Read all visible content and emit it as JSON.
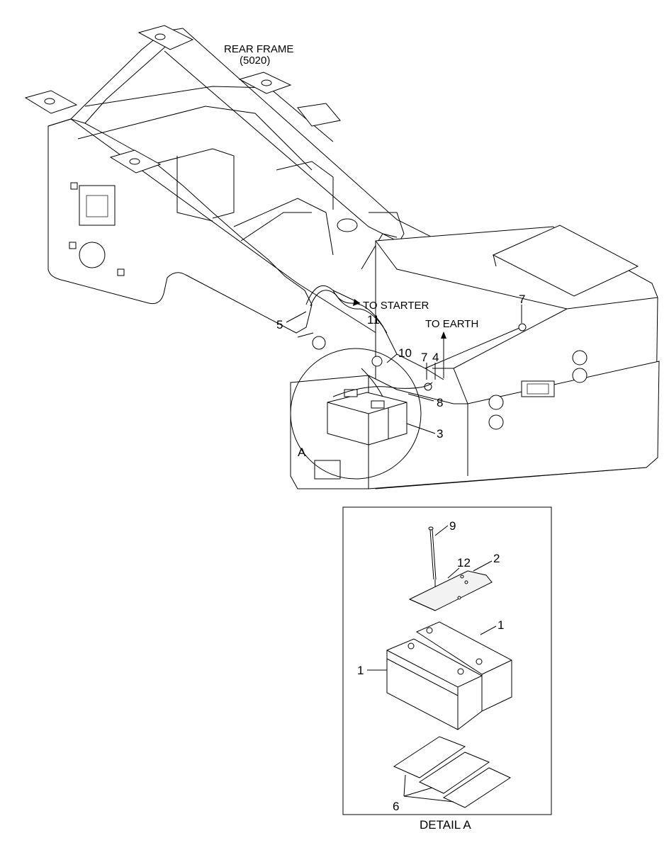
{
  "title_lines": [
    "REAR FRAME",
    "(5020)"
  ],
  "annotations": {
    "to_starter": "TO STARTER",
    "to_earth": "TO EARTH",
    "detail_marker": "A",
    "detail_caption": "DETAIL A"
  },
  "callouts": {
    "c5": "5",
    "c11": "11",
    "c10": "10",
    "c7a": "7",
    "c4": "4",
    "c7b": "7",
    "c8": "8",
    "c3": "3",
    "c9": "9",
    "c12": "12",
    "c2": "2",
    "c1a": "1",
    "c1b": "1",
    "c6": "6"
  }
}
